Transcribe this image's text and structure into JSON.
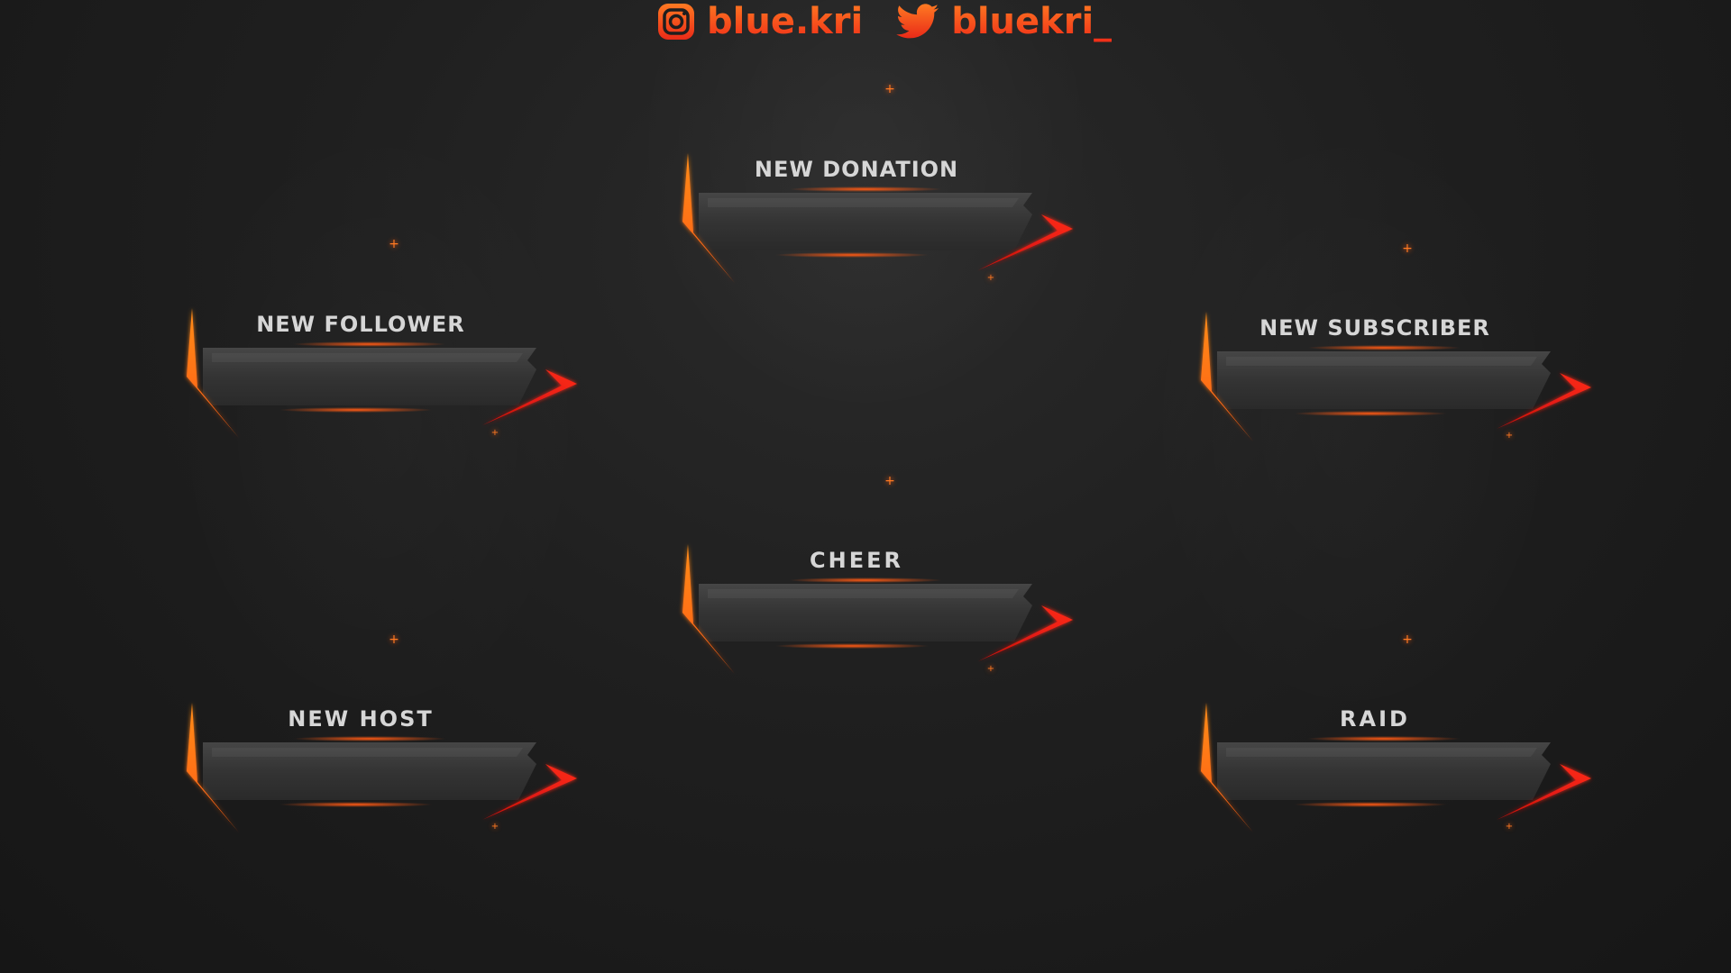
{
  "social": {
    "instagram": {
      "icon": "instagram-icon",
      "handle": "blue.kri"
    },
    "twitter": {
      "icon": "twitter-bird-icon",
      "handle": "bluekri_"
    }
  },
  "alerts": {
    "donation": {
      "title": "NEW DONATION"
    },
    "follower": {
      "title": "NEW FOLLOWER"
    },
    "subscriber": {
      "title": "NEW SUBSCRIBER"
    },
    "cheer": {
      "title": "CHEER"
    },
    "host": {
      "title": "NEW HOST"
    },
    "raid": {
      "title": "RAID"
    }
  },
  "colors": {
    "accent_orange": "#ff6a14",
    "accent_red": "#ff1e14",
    "panel": "#3a3a3a",
    "title_text": "#d6d6d6",
    "background": "#1e1e1e"
  }
}
